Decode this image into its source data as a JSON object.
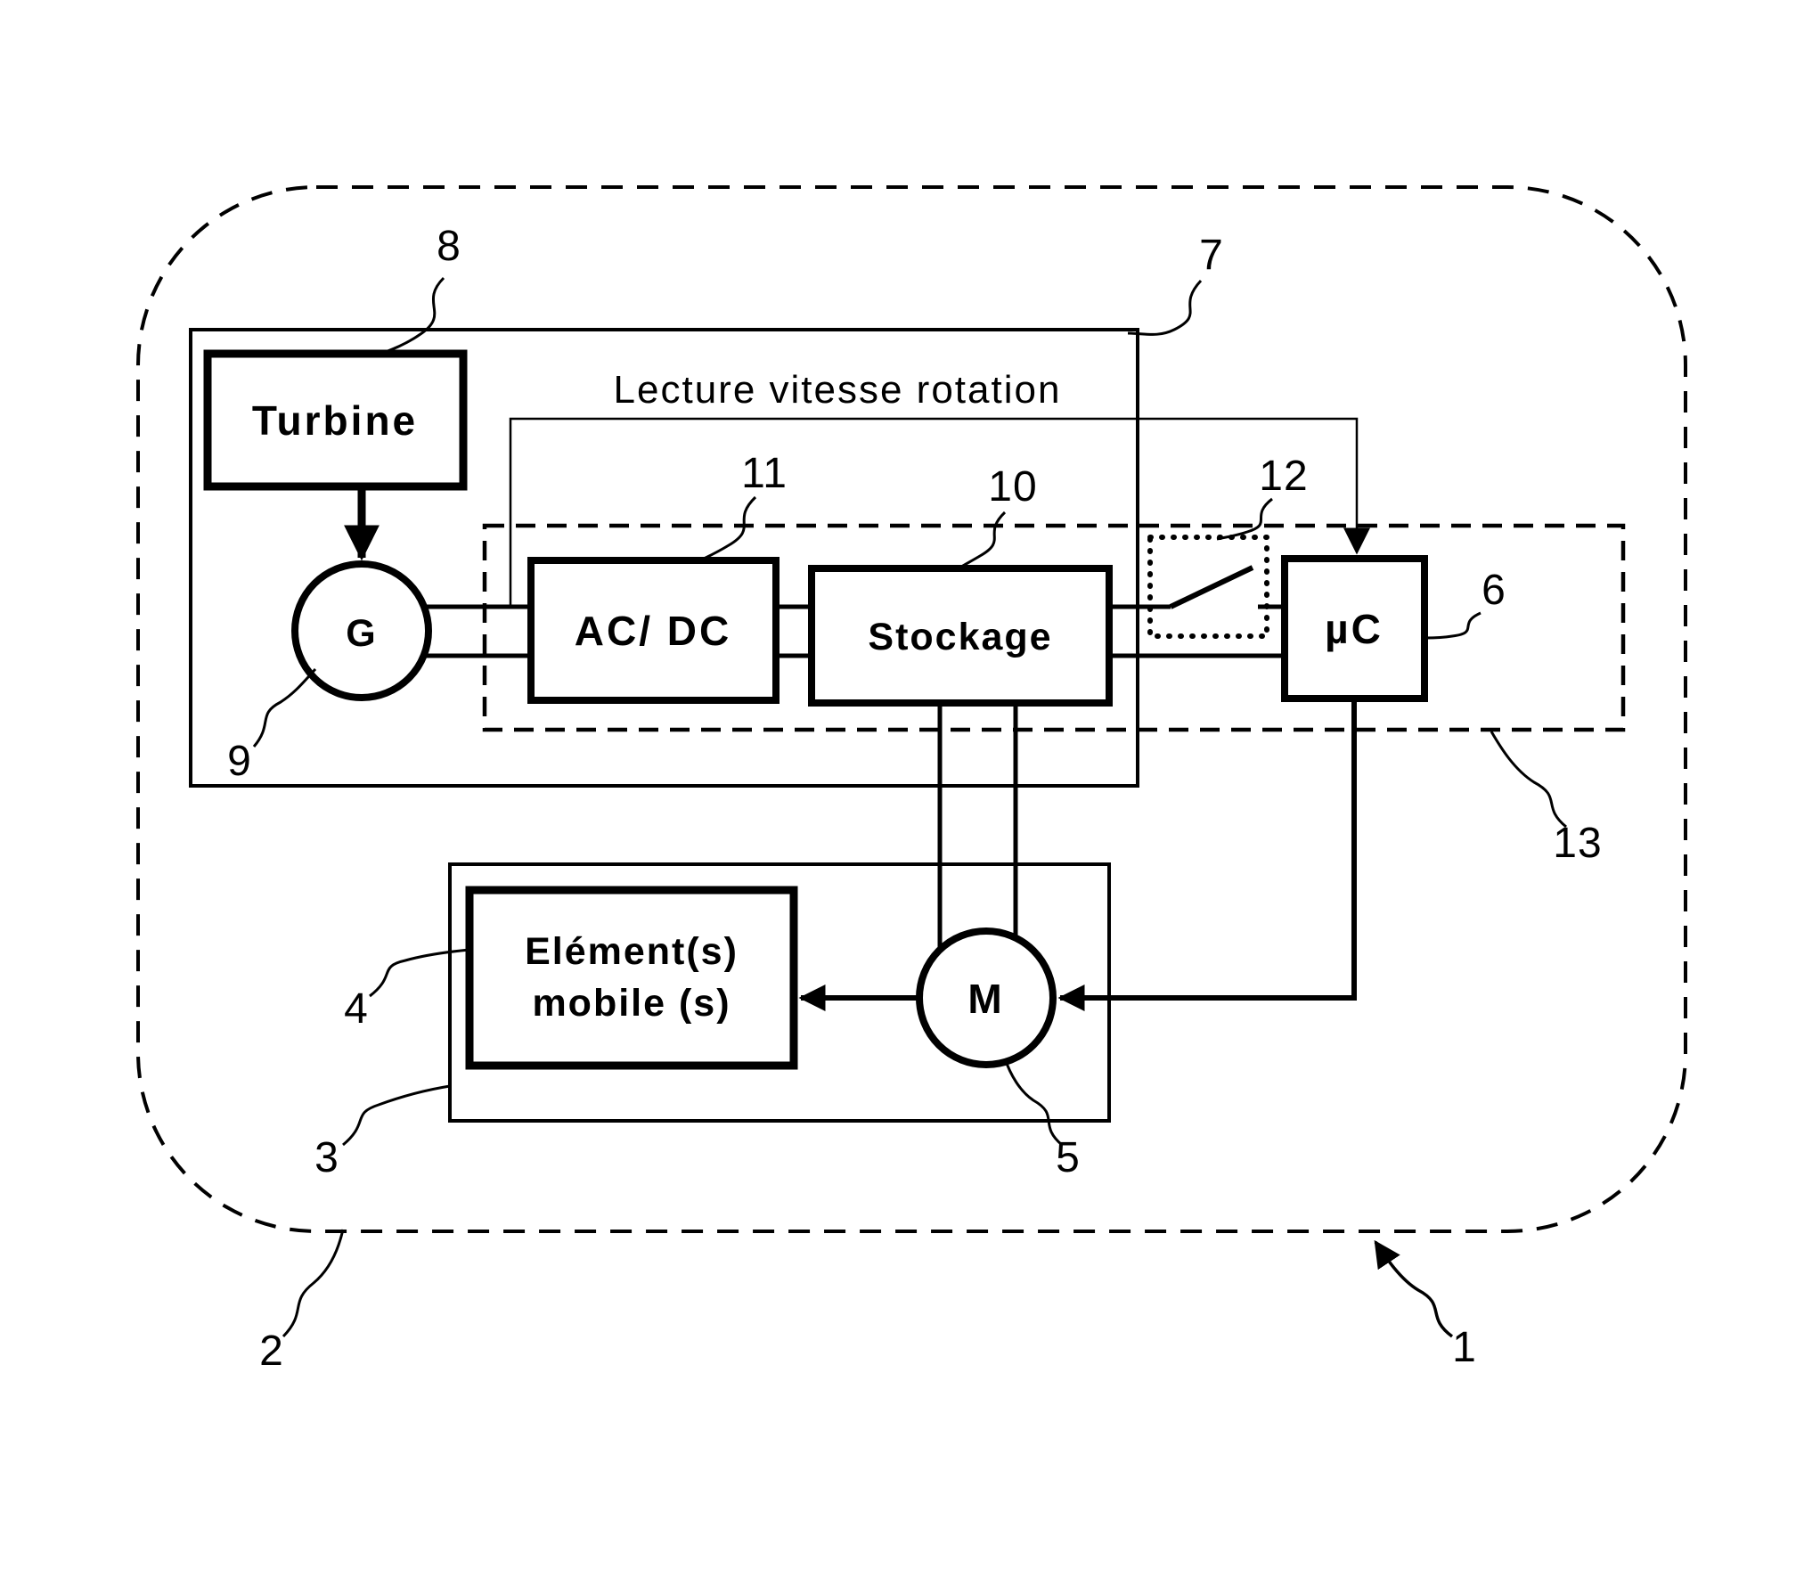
{
  "diagram": {
    "labels": {
      "turbine": "Turbine",
      "acdc": "AC/ DC",
      "stockage": "Stockage",
      "uc": "µC",
      "generator": "G",
      "motor": "M",
      "element_line1": "Elément(s)",
      "element_line2": "mobile (s)",
      "lecture": "Lecture vitesse rotation"
    },
    "refs": {
      "n1": "1",
      "n2": "2",
      "n3": "3",
      "n4": "4",
      "n5": "5",
      "n6": "6",
      "n7": "7",
      "n8": "8",
      "n9": "9",
      "n10": "10",
      "n11": "11",
      "n12": "12",
      "n13": "13"
    },
    "colors": {
      "stroke": "#000000",
      "background": "#ffffff"
    }
  }
}
